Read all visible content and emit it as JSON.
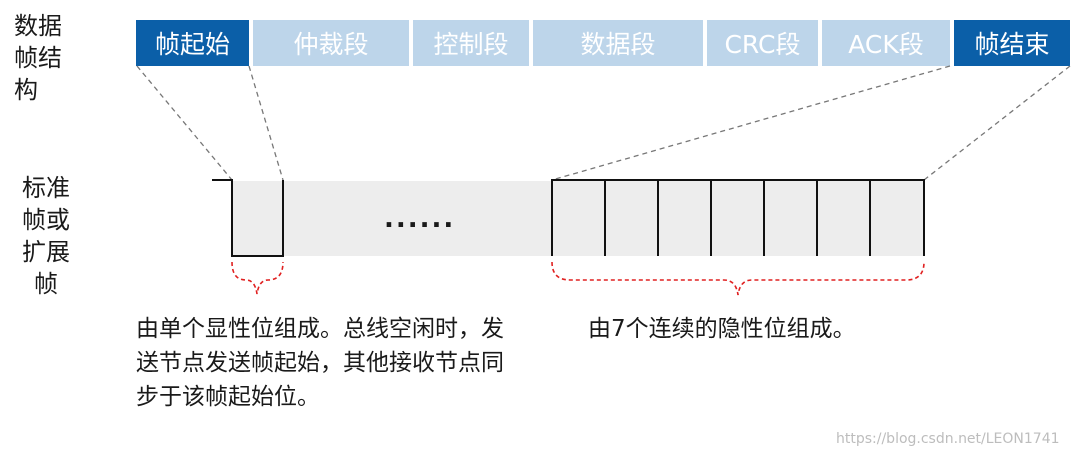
{
  "structure_label": "数据帧结构",
  "std_ext_label": "标准帧或扩展帧",
  "segments": [
    {
      "label": "帧起始",
      "dark": true
    },
    {
      "label": "仲裁段",
      "dark": false
    },
    {
      "label": "控制段",
      "dark": false
    },
    {
      "label": "数据段",
      "dark": false
    },
    {
      "label": "CRC段",
      "dark": false
    },
    {
      "label": "ACK段",
      "dark": false
    },
    {
      "label": "帧结束",
      "dark": true
    }
  ],
  "ellipsis": "......",
  "sof_desc": "由单个显性位组成。总线空闲时，发送节点发送帧起始，其他接收节点同步于该帧起始位。",
  "eof_desc": "由7个连续的隐性位组成。",
  "watermark": "https://blog.csdn.net/LEON1741",
  "colors": {
    "dark": "#0b5fa8",
    "light": "#bdd5ea",
    "brace": "#e02020"
  }
}
